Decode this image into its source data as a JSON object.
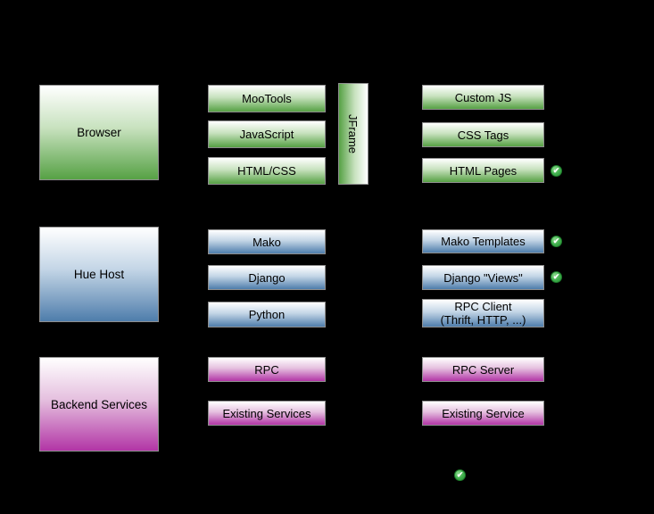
{
  "icons": {
    "check": "✔"
  },
  "colors": {
    "background": "#000000",
    "green_bottom": "#56a144",
    "blue_bottom": "#4e7dab",
    "magenta_bottom": "#b235a6",
    "badge_green": "#3fae4c",
    "box_border": "#8f8f8f",
    "text": "#000000"
  },
  "tiers": {
    "browser": {
      "label": "Browser"
    },
    "hue_host": {
      "label": "Hue Host"
    },
    "backend_services": {
      "label": "Backend Services"
    }
  },
  "technologies": {
    "mootools": "MooTools",
    "javascript": "JavaScript",
    "html_css": "HTML/CSS",
    "jframe": "JFrame",
    "mako": "Mako",
    "django": "Django",
    "python": "Python",
    "rpc": "RPC",
    "existing_services": "Existing Services"
  },
  "app_components": {
    "custom_js": "Custom JS",
    "css_tags": "CSS Tags",
    "html_pages": "HTML Pages",
    "mako_templates": "Mako Templates",
    "django_views": "Django \"Views\"",
    "rpc_client_line1": "RPC Client",
    "rpc_client_line2": "(Thrift, HTTP, ...)",
    "rpc_server": "RPC Server",
    "existing_service": "Existing Service"
  }
}
